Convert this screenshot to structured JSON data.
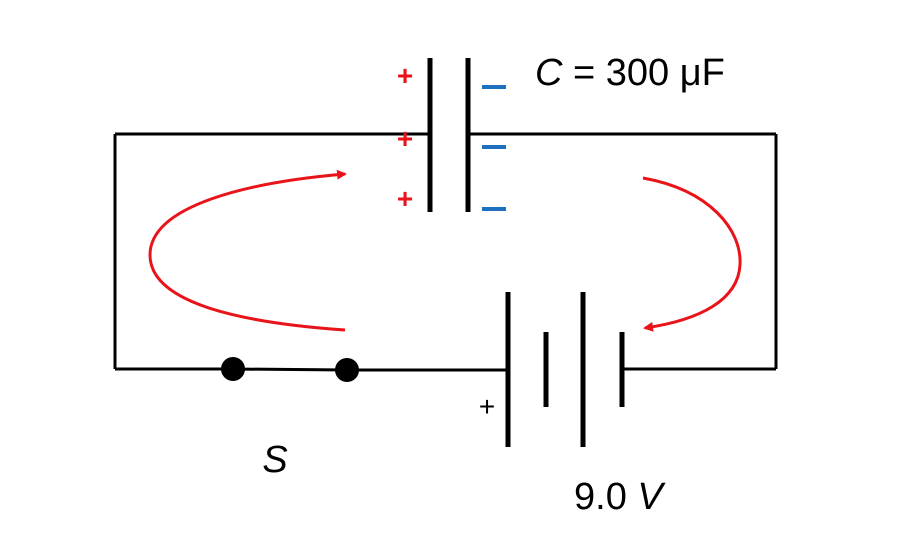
{
  "capacitor": {
    "label_symbol": "C",
    "label_rest": " = 300 μF",
    "plus_sign": "+",
    "minus_sign": "−"
  },
  "battery": {
    "label_value": "9.0 ",
    "label_unit": "V",
    "terminal_sign": "+"
  },
  "switch": {
    "label": "S"
  },
  "colors": {
    "wire": "#000000",
    "arrow": "#e8141a",
    "positive_charge": "#e8141a",
    "negative_charge": "#1f6fbf"
  }
}
